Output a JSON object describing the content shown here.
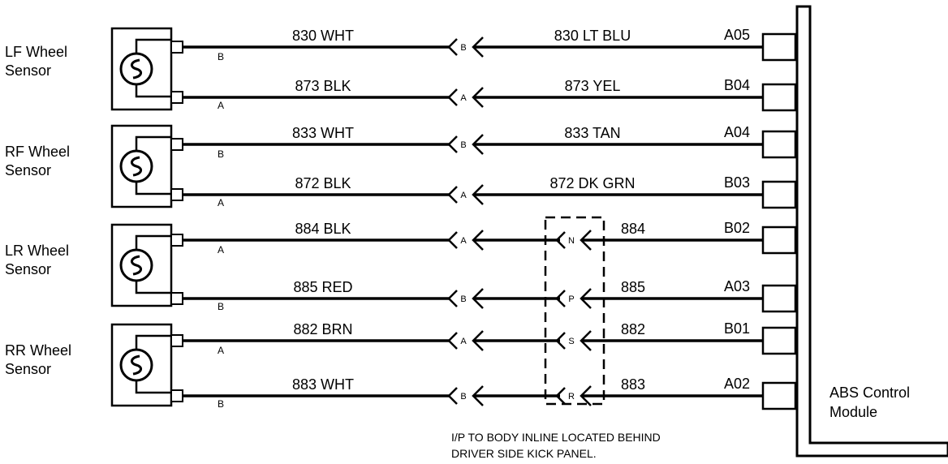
{
  "sensors": [
    {
      "label_line1": "LF Wheel",
      "label_line2": "Sensor"
    },
    {
      "label_line1": "RF Wheel",
      "label_line2": "Sensor"
    },
    {
      "label_line1": "LR Wheel",
      "label_line2": "Sensor"
    },
    {
      "label_line1": "RR Wheel",
      "label_line2": "Sensor"
    }
  ],
  "circuits": [
    {
      "sensor_pin": "B",
      "left_wire": "830 WHT",
      "connector_pin": "B",
      "inline_pin": "",
      "right_wire": "830 LT BLU",
      "module_pin": "A05"
    },
    {
      "sensor_pin": "A",
      "left_wire": "873 BLK",
      "connector_pin": "A",
      "inline_pin": "",
      "right_wire": "873 YEL",
      "module_pin": "B04"
    },
    {
      "sensor_pin": "B",
      "left_wire": "833 WHT",
      "connector_pin": "B",
      "inline_pin": "",
      "right_wire": "833 TAN",
      "module_pin": "A04"
    },
    {
      "sensor_pin": "A",
      "left_wire": "872 BLK",
      "connector_pin": "A",
      "inline_pin": "",
      "right_wire": "872 DK GRN",
      "module_pin": "B03"
    },
    {
      "sensor_pin": "A",
      "left_wire": "884 BLK",
      "connector_pin": "A",
      "inline_pin": "N",
      "right_wire": "884",
      "module_pin": "B02"
    },
    {
      "sensor_pin": "B",
      "left_wire": "885 RED",
      "connector_pin": "B",
      "inline_pin": "P",
      "right_wire": "885",
      "module_pin": "A03"
    },
    {
      "sensor_pin": "A",
      "left_wire": "882 BRN",
      "connector_pin": "A",
      "inline_pin": "S",
      "right_wire": "882",
      "module_pin": "B01"
    },
    {
      "sensor_pin": "B",
      "left_wire": "883 WHT",
      "connector_pin": "B",
      "inline_pin": "R",
      "right_wire": "883",
      "module_pin": "A02"
    }
  ],
  "module": {
    "label_line1": "ABS Control",
    "label_line2": "Module"
  },
  "inline_note": {
    "line1": "I/P TO BODY INLINE LOCATED BEHIND",
    "line2": "DRIVER SIDE KICK PANEL."
  }
}
